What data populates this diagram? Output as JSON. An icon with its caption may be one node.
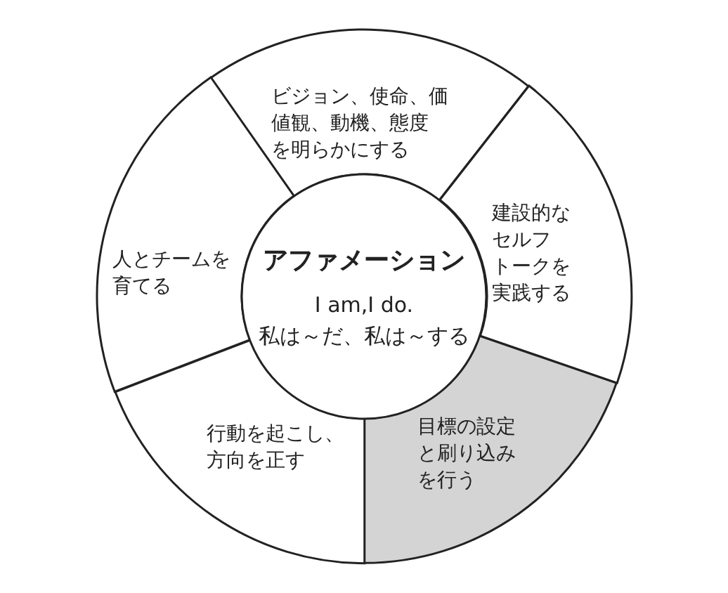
{
  "diagram": {
    "nodes": [
      {
        "text": [
          "アファメーション",
          "I am,I do.",
          "私は～だ、私は～する"
        ]
      },
      {
        "text": [
          "ビジョン、使命、価値観、動機、態度を明らかにする"
        ]
      },
      {
        "text": [
          "建設的なセルフトークを実践する"
        ]
      },
      {
        "text": [
          "目標の設定と刷り込みを行う"
        ]
      },
      {
        "text": [
          "行動を起こし、方向を正す"
        ]
      },
      {
        "text": [
          "人とチームを育てる"
        ]
      }
    ]
  }
}
